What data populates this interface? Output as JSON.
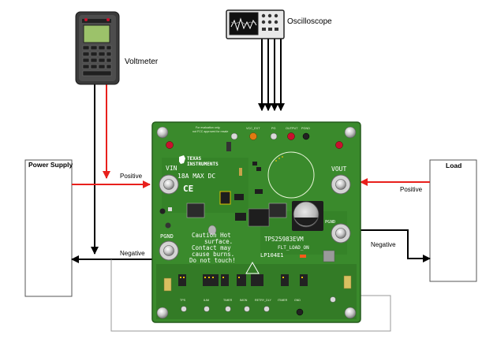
{
  "instruments": {
    "voltmeter": {
      "label": "Voltmeter"
    },
    "oscilloscope": {
      "label": "Oscilloscope"
    }
  },
  "boxes": {
    "power_supply": {
      "label": "Power Supply"
    },
    "load": {
      "label": "Load"
    }
  },
  "connections": {
    "supply_positive": "Positive",
    "supply_negative": "Negative",
    "load_positive": "Positive",
    "load_negative": "Negative"
  },
  "board": {
    "header_note_1": "For evaluation only;",
    "header_note_2": "not FCC approved for resale",
    "brand_1": "TEXAS",
    "brand_2": "INSTRUMENTS",
    "rating": "18A MAX DC",
    "vin": "VIN",
    "vout": "VOUT",
    "pgnd_left": "PGND",
    "pgnd_right": "PGND",
    "caution": [
      "Caution Hot",
      "surface.",
      "Contact may",
      "cause burns.",
      "Do not touch!"
    ],
    "part_number": "TPS25983EVM",
    "revision": "LP104E1",
    "led_label": "FLT_LOAD_ON",
    "ce": "CE",
    "top_tp_labels": [
      "VCC_EXT",
      "PG",
      "OUTPUT",
      "PGND"
    ],
    "bottom_labels": [
      "TPS",
      "ILIM",
      "TIMER",
      "IMON",
      "RETRY_DLY",
      "ITIMER",
      "GND"
    ]
  },
  "colors": {
    "pcb": "#3a8a2c",
    "pcb_dark": "#2e6f22",
    "wire_positive": "#e8201c",
    "wire_negative": "#000000",
    "tp_red": "#c8102e",
    "tp_orange": "#e07a10"
  }
}
